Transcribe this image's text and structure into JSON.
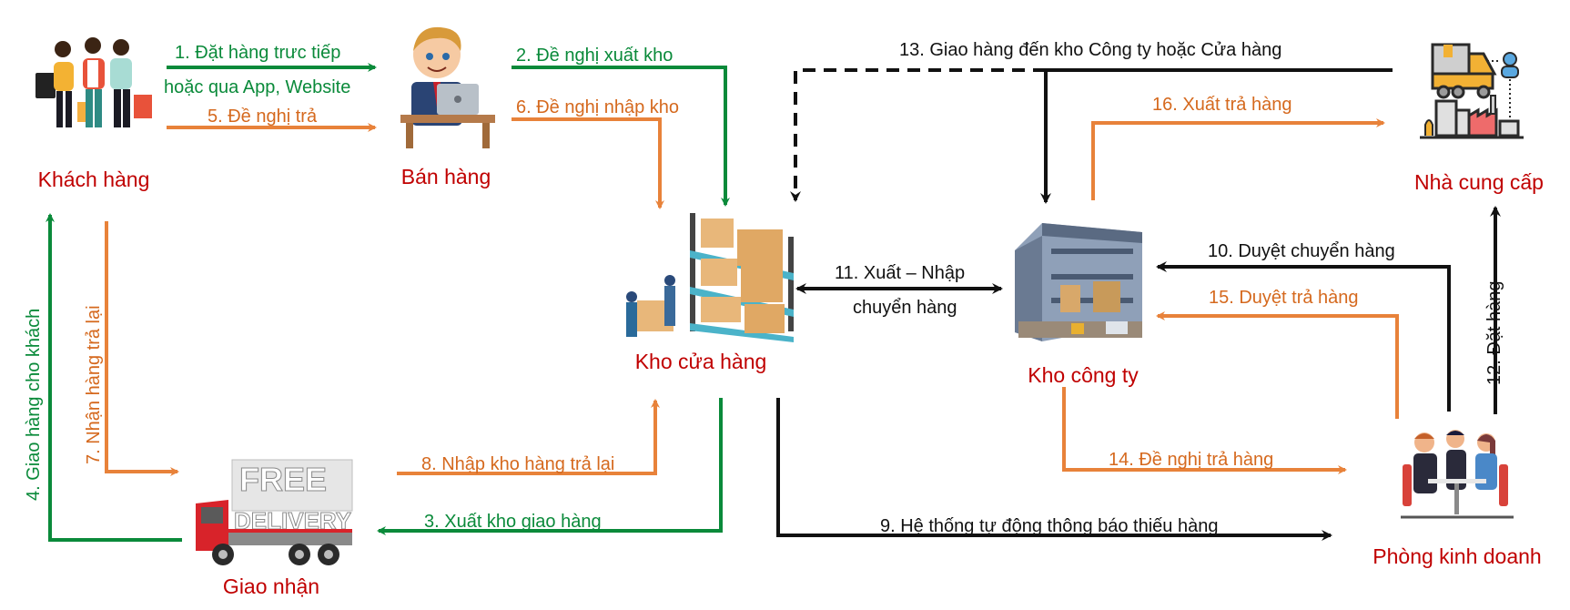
{
  "colors": {
    "green": "#0a8a3a",
    "orange": "#e8823a",
    "orange_text": "#d5691e",
    "black": "#111111",
    "node_label": "#c00000"
  },
  "nodes": {
    "customer": {
      "label": "Khách hàng",
      "icon": "shoppers-icon"
    },
    "sales": {
      "label": "Bán hàng",
      "icon": "salesperson-laptop-icon"
    },
    "store_warehouse": {
      "label": "Kho cửa hàng",
      "icon": "warehouse-shelves-icon"
    },
    "company_warehouse": {
      "label": "Kho công ty",
      "icon": "warehouse-building-icon"
    },
    "supplier": {
      "label": "Nhà cung cấp",
      "icon": "supplier-factory-truck-icon"
    },
    "delivery": {
      "label": "Giao nhận",
      "icon": "delivery-truck-icon",
      "truck_text": [
        "FREE",
        "DELIVERY"
      ]
    },
    "business_dept": {
      "label": "Phòng kinh doanh",
      "icon": "business-meeting-icon"
    }
  },
  "flows": [
    {
      "id": 1,
      "label_lines": [
        "1. Đặt hàng trưc tiếp",
        "hoặc qua App, Website"
      ],
      "from": "customer",
      "to": "sales",
      "color": "green",
      "style": "solid"
    },
    {
      "id": 2,
      "label": "2. Đề nghị xuất kho",
      "from": "sales",
      "to": "store_warehouse",
      "color": "green",
      "style": "solid"
    },
    {
      "id": 3,
      "label": "3. Xuất kho giao hàng",
      "from": "store_warehouse",
      "to": "delivery",
      "color": "green",
      "style": "solid"
    },
    {
      "id": 4,
      "label": "4. Giao hàng cho khách",
      "from": "delivery",
      "to": "customer",
      "color": "green",
      "style": "solid"
    },
    {
      "id": 5,
      "label": "5. Đề nghị trả",
      "from": "customer",
      "to": "sales",
      "color": "orange",
      "style": "solid"
    },
    {
      "id": 6,
      "label": "6. Đề nghị nhập kho",
      "from": "sales",
      "to": "store_warehouse",
      "color": "orange",
      "style": "solid"
    },
    {
      "id": 7,
      "label": "7. Nhận hàng trả lại",
      "from": "customer",
      "to": "delivery",
      "color": "orange",
      "style": "solid"
    },
    {
      "id": 8,
      "label": "8. Nhập kho hàng trả lại",
      "from": "delivery",
      "to": "store_warehouse",
      "color": "orange",
      "style": "solid"
    },
    {
      "id": 9,
      "label": "9. Hệ thống tự động thông báo thiếu hàng",
      "from": "store_warehouse",
      "to": "business_dept",
      "color": "black",
      "style": "solid"
    },
    {
      "id": 10,
      "label": "10. Duyệt chuyển hàng",
      "from": "business_dept",
      "to": "company_warehouse",
      "color": "black",
      "style": "solid"
    },
    {
      "id": 11,
      "label_lines": [
        "11. Xuất – Nhập",
        "chuyển hàng"
      ],
      "from": "store_warehouse",
      "to": "company_warehouse",
      "color": "black",
      "style": "bidirectional"
    },
    {
      "id": 12,
      "label": "12. Đặt hàng",
      "from": "business_dept",
      "to": "supplier",
      "color": "black",
      "style": "solid"
    },
    {
      "id": 13,
      "label": "13. Giao hàng đến kho Công ty hoặc Cửa hàng",
      "from": "supplier",
      "to": [
        "company_warehouse",
        "store_warehouse"
      ],
      "color": "black",
      "style": "solid+dashed"
    },
    {
      "id": 14,
      "label": "14. Đề nghị trả hàng",
      "from": "company_warehouse",
      "to": "business_dept",
      "color": "orange",
      "style": "solid"
    },
    {
      "id": 15,
      "label": "15. Duyệt trả hàng",
      "from": "business_dept",
      "to": "company_warehouse",
      "color": "orange",
      "style": "solid"
    },
    {
      "id": 16,
      "label": "16. Xuất trả hàng",
      "from": "company_warehouse",
      "to": "supplier",
      "color": "orange",
      "style": "solid"
    }
  ]
}
